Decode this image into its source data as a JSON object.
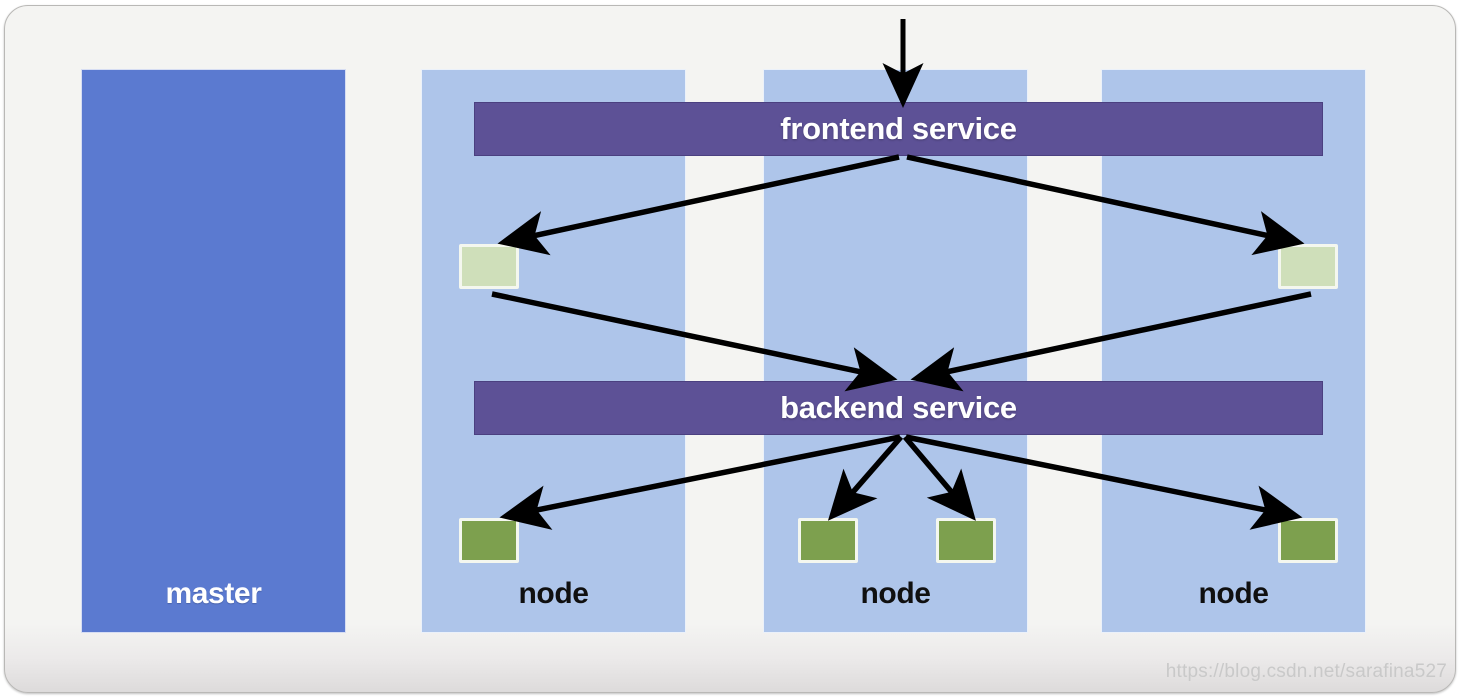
{
  "diagram": {
    "title": "kubernetes cluster service routing diagram",
    "watermark": "https://blog.csdn.net/sarafina527",
    "colors": {
      "card_background": "#f4f4f2",
      "master": "#5b7ad0",
      "node": "#aec5ea",
      "service_bar": "#5d5196",
      "pod_light_green": "#cfdfba",
      "pod_dark_green": "#7da04e",
      "arrow": "#000000",
      "label_light": "#ffffff",
      "label_dark": "#101010",
      "watermark": "#c9c9c9"
    },
    "columns": [
      {
        "key": "master",
        "label": "master",
        "kind": "master"
      },
      {
        "key": "node1",
        "label": "node",
        "kind": "node"
      },
      {
        "key": "node2",
        "label": "node",
        "kind": "node"
      },
      {
        "key": "node3",
        "label": "node",
        "kind": "node"
      }
    ],
    "services": [
      {
        "key": "frontend",
        "label": "frontend service"
      },
      {
        "key": "backend",
        "label": "backend service"
      }
    ],
    "pods": [
      {
        "key": "frontend-pod-1",
        "tier": "frontend",
        "column": "node1",
        "color": "light-green"
      },
      {
        "key": "frontend-pod-2",
        "tier": "frontend",
        "column": "node3",
        "color": "light-green"
      },
      {
        "key": "backend-pod-1",
        "tier": "backend",
        "column": "node1",
        "color": "dark-green"
      },
      {
        "key": "backend-pod-2",
        "tier": "backend",
        "column": "node2",
        "color": "dark-green"
      },
      {
        "key": "backend-pod-3",
        "tier": "backend",
        "column": "node2",
        "color": "dark-green"
      },
      {
        "key": "backend-pod-4",
        "tier": "backend",
        "column": "node3",
        "color": "dark-green"
      }
    ],
    "arrows": [
      {
        "key": "ingress-to-frontend-service",
        "from": "external",
        "to": "frontend service"
      },
      {
        "key": "frontend-service-to-pod-1",
        "from": "frontend service",
        "to": "frontend-pod-1"
      },
      {
        "key": "frontend-service-to-pod-2",
        "from": "frontend service",
        "to": "frontend-pod-2"
      },
      {
        "key": "frontend-pod-1-to-backend-service",
        "from": "frontend-pod-1",
        "to": "backend service"
      },
      {
        "key": "frontend-pod-2-to-backend-service",
        "from": "frontend-pod-2",
        "to": "backend service"
      },
      {
        "key": "backend-service-to-pod-1",
        "from": "backend service",
        "to": "backend-pod-1"
      },
      {
        "key": "backend-service-to-pod-2",
        "from": "backend service",
        "to": "backend-pod-2"
      },
      {
        "key": "backend-service-to-pod-3",
        "from": "backend service",
        "to": "backend-pod-3"
      },
      {
        "key": "backend-service-to-pod-4",
        "from": "backend service",
        "to": "backend-pod-4"
      }
    ]
  }
}
